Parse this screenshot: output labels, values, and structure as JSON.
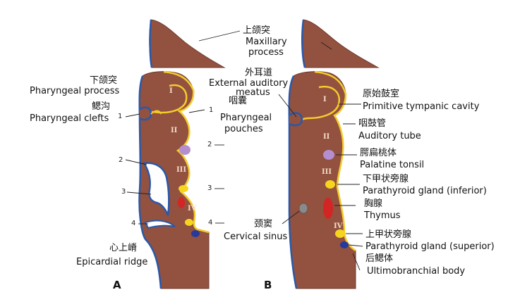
{
  "colors": {
    "tissue": "#93513f",
    "tissue_dark": "#6e3a2c",
    "outline_blue": "#2a58a8",
    "outline_yellow": "#f3cc2d",
    "tonsil": "#b48fd0",
    "parathyroid": "#f5d51e",
    "thymus": "#d42525",
    "ultimobranchial": "#263a9c",
    "sinus": "#8a8a8a"
  },
  "panel_a": {
    "label": "A",
    "maxillary": {
      "cn": "上颌突",
      "en_1": "Maxillary",
      "en_2": "process"
    },
    "pharyngeal_process": {
      "cn": "下颌突",
      "en": "Pharyngeal process"
    },
    "pharyngeal_clefts": {
      "cn": "鳃沟",
      "en": "Pharyngeal clefts"
    },
    "pharyngeal_pouches": {
      "cn": "咽囊",
      "en_1": "Pharyngeal",
      "en_2": "pouches"
    },
    "epicardial_ridge": {
      "cn": "心上嵴",
      "en": "Epicardial ridge"
    },
    "arches": [
      "I",
      "II",
      "III",
      "IV"
    ],
    "cleft_numbers": [
      "1",
      "2",
      "3",
      "4"
    ],
    "pouch_numbers": [
      "1",
      "2",
      "3",
      "4"
    ]
  },
  "panel_b": {
    "label": "B",
    "external_auditory_meatus": {
      "cn": "外耳道",
      "en_1": "External auditory",
      "en_2": "meatus"
    },
    "primitive_tympanic_cavity": {
      "cn": "原始鼓室",
      "en": "Primitive tympanic cavity"
    },
    "auditory_tube": {
      "cn": "咽鼓管",
      "en": "Auditory tube"
    },
    "palatine_tonsil": {
      "cn": "腭扁桃体",
      "en": "Palatine tonsil"
    },
    "parathyroid_inferior": {
      "cn": "下甲状旁腺",
      "en": "Parathyroid gland (inferior)"
    },
    "thymus": {
      "cn": "胸腺",
      "en": "Thymus"
    },
    "cervical_sinus": {
      "cn": "颈窦",
      "en": "Cervical sinus"
    },
    "parathyroid_superior": {
      "cn": "上甲状旁腺",
      "en": "Parathyroid gland (superior)"
    },
    "ultimobranchial_body": {
      "cn": "后鳃体",
      "en": "Ultimobranchial body"
    },
    "arches": [
      "I",
      "II",
      "III",
      "IV"
    ]
  }
}
